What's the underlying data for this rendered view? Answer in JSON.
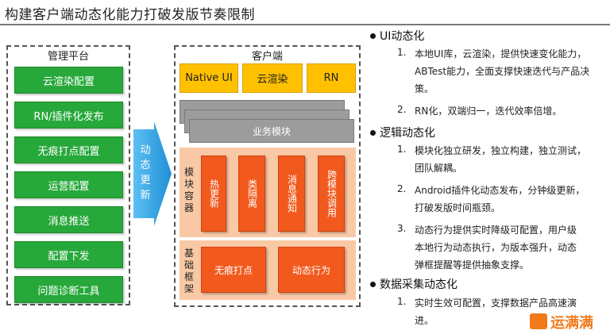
{
  "title": "构建客户端动态化能力打破发版节奏限制",
  "management": {
    "title": "管理平台",
    "items": [
      "云渲染配置",
      "RN/插件化发布",
      "无痕打点配置",
      "运营配置",
      "消息推送",
      "配置下发",
      "问题诊断工具"
    ]
  },
  "arrow_label": [
    "动",
    "态",
    "更",
    "新"
  ],
  "client": {
    "title": "客户端",
    "top_boxes": [
      "Native UI",
      "云渲染",
      "RN"
    ],
    "business_module": "业务模块",
    "module_container": {
      "label": [
        "模",
        "块",
        "容",
        "器"
      ],
      "items": [
        "热更新",
        "类隔离",
        "消息通知",
        "跨模块调用"
      ]
    },
    "base_framework": {
      "label": [
        "基",
        "础",
        "框",
        "架"
      ],
      "items": [
        "无痕打点",
        "动态行为"
      ]
    }
  },
  "bullets": [
    {
      "heading": "UI动态化",
      "points": [
        {
          "num": "1.",
          "lines": [
            "本地UI库，云渲染，提供快速变化能力，",
            "ABTest能力，全面支撑快速迭代与产品决",
            "策。"
          ]
        },
        {
          "num": "2.",
          "lines": [
            "RN化，双端归一，迭代效率倍增。"
          ]
        }
      ]
    },
    {
      "heading": "逻辑动态化",
      "points": [
        {
          "num": "1.",
          "lines": [
            "模块化独立研发，独立构建，独立测试，",
            "团队解耦。"
          ]
        },
        {
          "num": "2.",
          "lines": [
            "Android插件化动态发布，分钟级更新，",
            "打破发版时间瓶颈。"
          ]
        },
        {
          "num": "3.",
          "lines": [
            "动态行为提供实时降级可配置，用户级",
            "本地行为动态执行，为版本强升，动态",
            "弹框提醒等提供抽象支撑。"
          ]
        }
      ]
    },
    {
      "heading": "数据采集动态化",
      "points": [
        {
          "num": "1.",
          "lines": [
            "实时生效可配置，支撑数据产品高速演",
            "进。"
          ]
        }
      ]
    }
  ],
  "logo_text": "运满满",
  "colors": {
    "green": "#27a83a",
    "yellow": "#ffc000",
    "orange": "#f25a1d",
    "peach": "#f9c9a6",
    "gray": "#9c9c9c",
    "arrow": "#2aa3e6"
  }
}
